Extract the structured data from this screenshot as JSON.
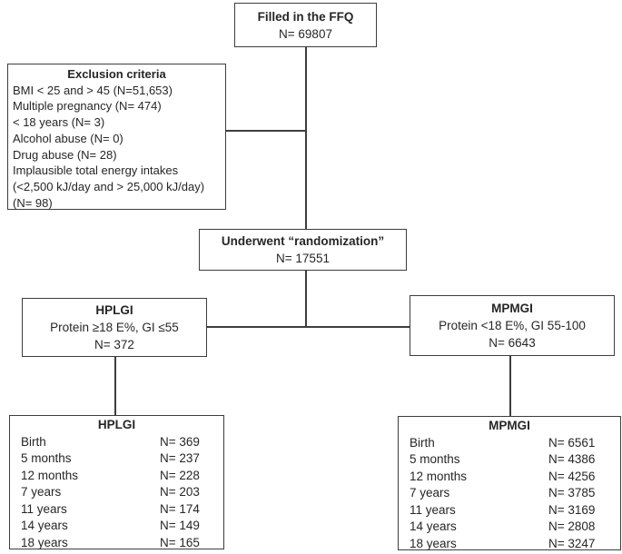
{
  "colors": {
    "border": "#3d3d3d",
    "text": "#262626",
    "background": "#ffffff"
  },
  "boxes": {
    "ffq": {
      "title": "Filled in the FFQ",
      "n": "N= 69807"
    },
    "exclusion": {
      "title": "Exclusion criteria",
      "lines": [
        "BMI < 25 and > 45 (N=51,653)",
        "Multiple pregnancy (N= 474)",
        "< 18 years (N= 3)",
        "Alcohol abuse (N= 0)",
        "Drug abuse (N= 28)",
        "Implausible total energy intakes",
        "(<2,500 kJ/day and > 25,000 kJ/day)",
        "(N= 98)"
      ]
    },
    "randomization": {
      "title": "Underwent “randomization”",
      "n": "N= 17551"
    },
    "hplgi": {
      "title": "HPLGI",
      "criteria": "Protein ≥18 E%, GI ≤55",
      "n": "N= 372"
    },
    "mpmgi": {
      "title": "MPMGI",
      "criteria": "Protein <18 E%, GI 55-100",
      "n": "N= 6643"
    },
    "hplgi_followup": {
      "title": "HPLGI",
      "rows": [
        {
          "label": "Birth",
          "n": "N= 369"
        },
        {
          "label": "5 months",
          "n": "N= 237"
        },
        {
          "label": "12 months",
          "n": "N= 228"
        },
        {
          "label": "7 years",
          "n": "N= 203"
        },
        {
          "label": "11 years",
          "n": "N= 174"
        },
        {
          "label": "14 years",
          "n": "N= 149"
        },
        {
          "label": "18 years",
          "n": "N= 165"
        }
      ]
    },
    "mpmgi_followup": {
      "title": "MPMGI",
      "rows": [
        {
          "label": "Birth",
          "n": "N= 6561"
        },
        {
          "label": "5 months",
          "n": "N= 4386"
        },
        {
          "label": "12 months",
          "n": "N= 4256"
        },
        {
          "label": "7 years",
          "n": "N= 3785"
        },
        {
          "label": "11 years",
          "n": "N= 3169"
        },
        {
          "label": "14 years",
          "n": "N= 2808"
        },
        {
          "label": "18 years",
          "n": "N= 3247"
        }
      ]
    }
  }
}
